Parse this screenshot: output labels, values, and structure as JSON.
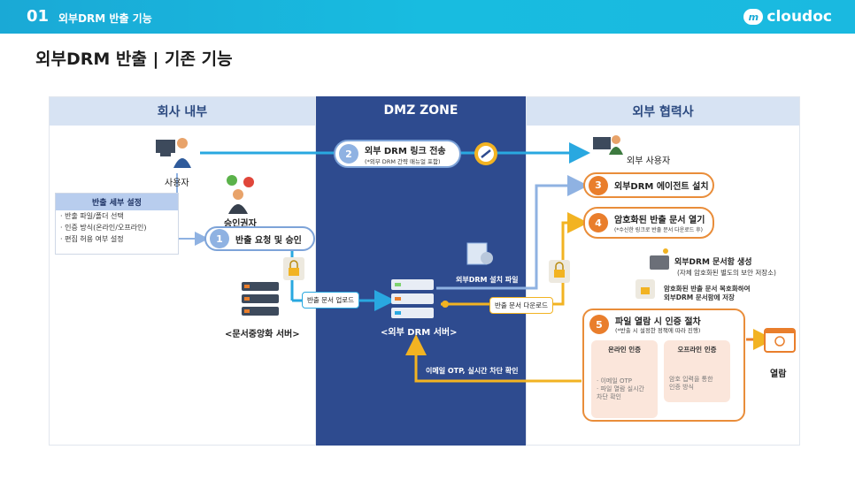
{
  "header": {
    "number": "01",
    "section": "외부DRM 반출 기능",
    "logo": "cloudoc"
  },
  "title": "외부DRM 반출 | 기존 기능",
  "zones": {
    "internal": "회사 내부",
    "dmz": "DMZ ZONE",
    "partner": "외부 협력사"
  },
  "internal": {
    "user": "사용자",
    "approver": "승인권자",
    "settings": {
      "title": "반출 세부 설정",
      "items": [
        "· 반출 파일/폴더 선택",
        "· 인증 방식(온라인/오프라인)",
        "· 편집 허용 여부 설정"
      ]
    },
    "step1": {
      "num": "1",
      "label": "반출 요청 및 승인"
    },
    "server": "<문서중앙화 서버>",
    "upload_tag": "반출 문서 업로드"
  },
  "dmz": {
    "step2": {
      "num": "2",
      "label": "외부 DRM 링크 전송",
      "sub": "(*외부 DRM 간략 매뉴얼 포함)"
    },
    "install_file": "외부DRM 설치 파일",
    "server": "<외부 DRM 서버>",
    "download_tag": "반출 문서 다운로드",
    "otp_text": "이메일 OTP, 실시간 차단 확인"
  },
  "partner": {
    "user": "외부 사용자",
    "step3": {
      "num": "3",
      "label": "외부DRM 에이전트 설치"
    },
    "step4": {
      "num": "4",
      "label": "암호화된 반출 문서 열기",
      "sub": "(*수신한 링크로 반출 문서 다운로드 후)"
    },
    "vault_title": "외부DRM 문서함 생성",
    "vault_sub": "(자체 암호화된 별도의 보안 저장소)",
    "copy_note_1": "암호화된 반출 문서 복호화하여",
    "copy_note_2": "외부DRM 문서함에 저장",
    "step5": {
      "num": "5",
      "label": "파일 열람 시 인증 절차",
      "sub": "(*반출 시 설정한 정책에 따라 진행)"
    },
    "online": {
      "title": "온라인 인증",
      "lines": [
        "· 이메일 OTP",
        "· 파일 열람 실시간",
        "  차단 확인"
      ]
    },
    "offline": {
      "title": "오프라인 인증",
      "lines": [
        "암호 입력을 통한",
        "인증 방식"
      ]
    },
    "view": "열람"
  },
  "colors": {
    "accent": "#1aa9d6",
    "dmz": "#2e4b8f",
    "orange": "#e97e2c",
    "yellow": "#f2b322",
    "blue_line": "#29a8e0"
  }
}
